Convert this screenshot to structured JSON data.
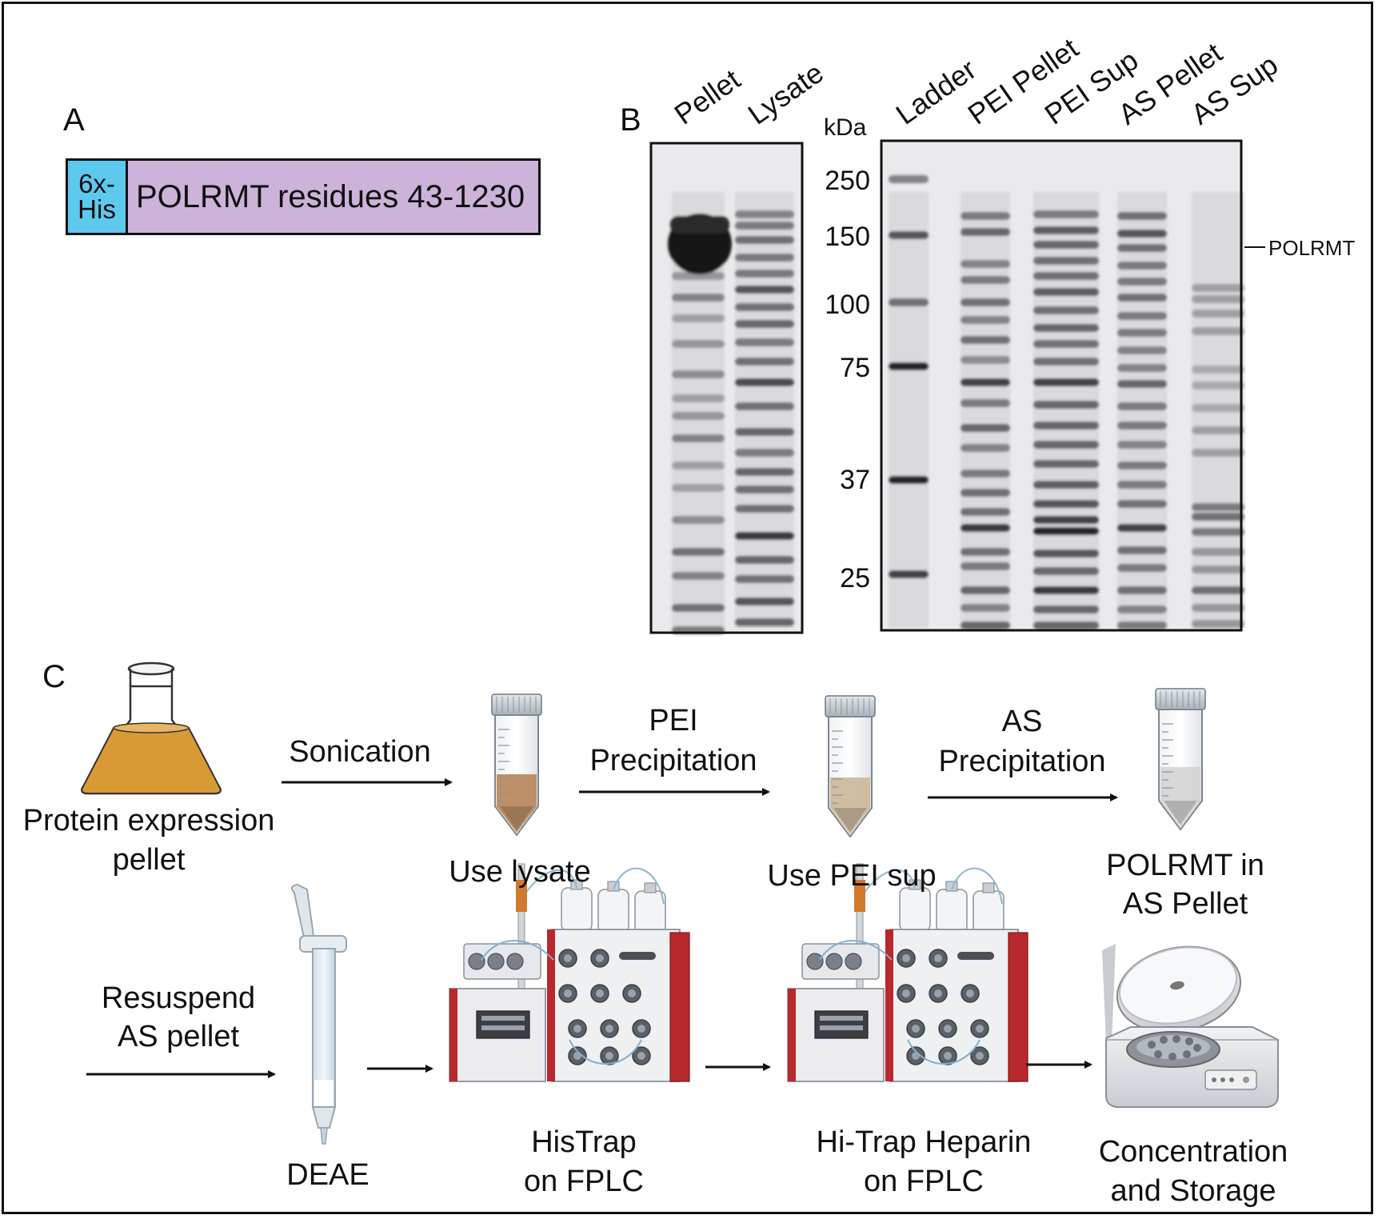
{
  "panels": {
    "a": "A",
    "b": "B",
    "c": "C"
  },
  "construct": {
    "tag_line1": "6x-",
    "tag_line2": "His",
    "body": "POLRMT residues 43-1230",
    "tag_color": "#5ec9ee",
    "body_color": "#cdb3d9"
  },
  "gel": {
    "left_lanes": [
      "Pellet",
      "Lysate"
    ],
    "right_lanes": [
      "Ladder",
      "PEI Pellet",
      "PEI Sup",
      "AS Pellet",
      "AS Sup"
    ],
    "unit": "kDa",
    "markers": [
      "250",
      "150",
      "100",
      "75",
      "37",
      "25"
    ],
    "band_label": "POLRMT"
  },
  "workflow": {
    "steps": {
      "pellet_line1": "Protein expression",
      "pellet_line2": "pellet",
      "lysate": "Use lysate",
      "pei_sup": "Use PEI sup",
      "as_pellet_line1": "POLRMT in",
      "as_pellet_line2": "AS Pellet",
      "deae": "DEAE",
      "histrap_line1": "HisTrap",
      "histrap_line2": "on FPLC",
      "heparin_line1": "Hi-Trap Heparin",
      "heparin_line2": "on FPLC",
      "storage_line1": "Concentration",
      "storage_line2": "and Storage"
    },
    "arrows": {
      "sonication": "Sonication",
      "pei_line1": "PEI",
      "pei_line2": "Precipitation",
      "as_line1": "AS",
      "as_line2": "Precipitation",
      "resuspend_line1": "Resuspend",
      "resuspend_line2": "AS pellet"
    },
    "colors": {
      "culture": "#d99a35",
      "lysate": "#b8875a",
      "pei_sup": "#cdb79a",
      "as_tube": "#d4d4d4",
      "fplc_red": "#b8282c"
    }
  }
}
